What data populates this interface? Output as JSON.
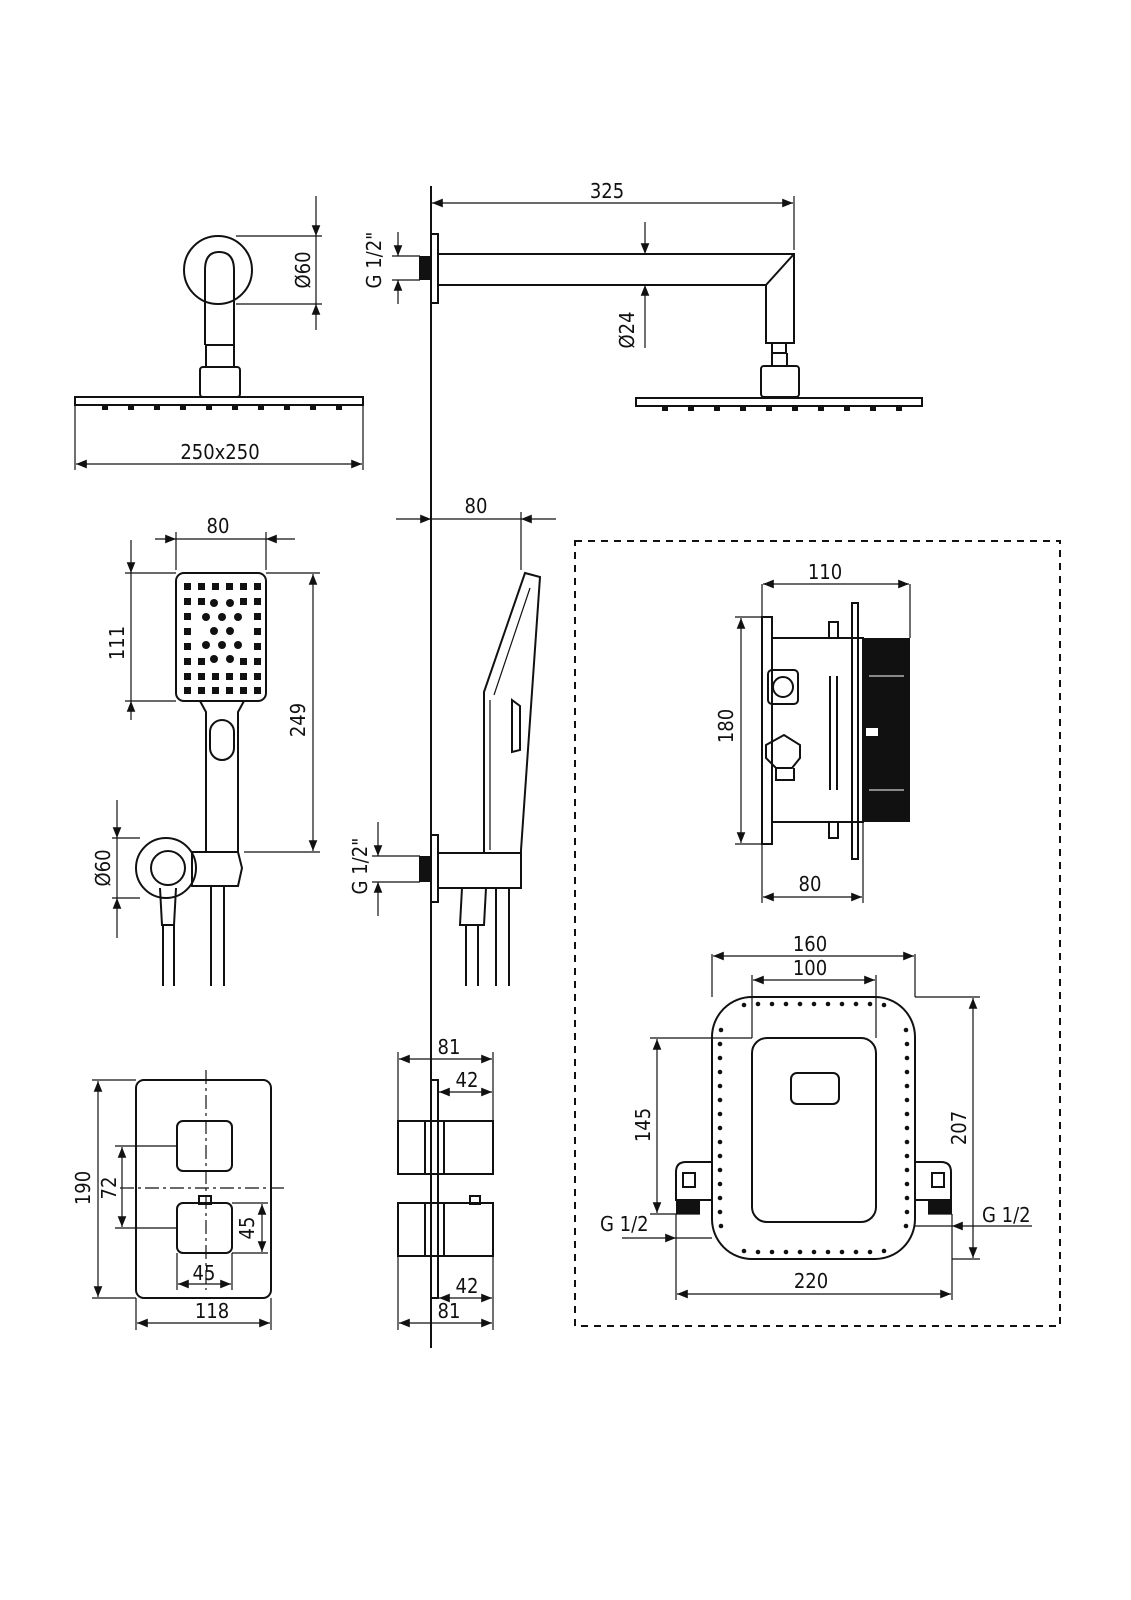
{
  "drawing": {
    "title": "Shower set technical drawing",
    "shower_head": {
      "size": "250x250",
      "arm_length": "325",
      "wall_flange_diameter": "Ø60",
      "arm_diameter": "Ø24",
      "thread": "G 1/2\""
    },
    "hand_shower": {
      "width": "80",
      "head_height": "111",
      "total_length": "249",
      "projection": "80",
      "outlet_diameter": "Ø60",
      "thread": "G 1/2\""
    },
    "mixer_plate": {
      "height": "190",
      "width": "118",
      "knob_spacing": "72",
      "knob_width": "45",
      "knob_height": "45",
      "depth_total_top": "81",
      "knob_depth_top": "42",
      "depth_total_bottom": "81",
      "knob_depth_bottom": "42"
    },
    "concealed_box": {
      "width": "110",
      "height": "180",
      "depth": "80"
    },
    "mounting_frame": {
      "outer_width": "160",
      "inner_width": "100",
      "height_left": "145",
      "height_right": "207",
      "overall_width": "220",
      "inlet_left": "G 1/2",
      "inlet_right": "G 1/2"
    }
  }
}
